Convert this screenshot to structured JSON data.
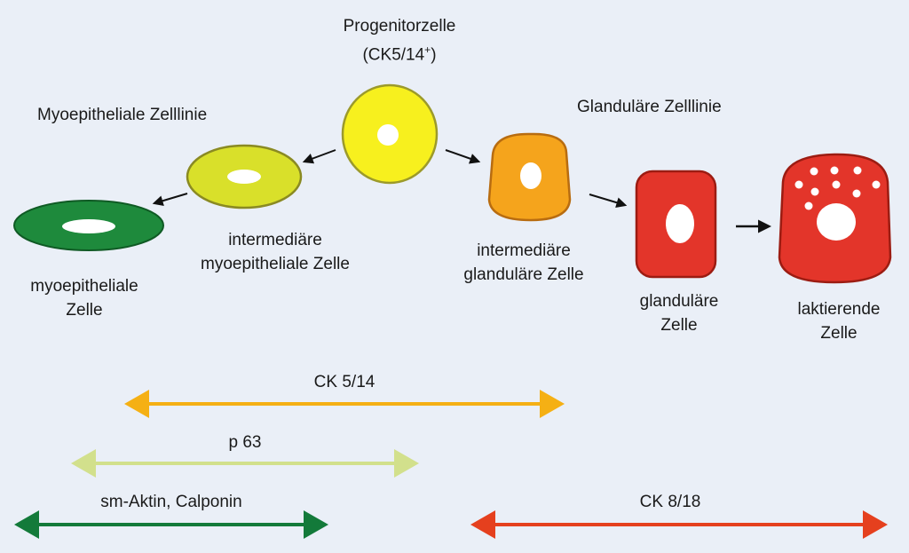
{
  "title": {
    "line1": "Progenitorzelle",
    "line2_base": "(CK5/14",
    "line2_sup": "+",
    "line2_end": ")"
  },
  "lineages": {
    "myoepithelial": "Myoepitheliale Zelllinie",
    "glandular": "Glanduläre Zelllinie"
  },
  "cells": {
    "myoepithelial": {
      "line1": "myoepitheliale",
      "line2": "Zelle"
    },
    "intermediate_myo": {
      "line1": "intermediäre",
      "line2": "myoepitheliale Zelle"
    },
    "intermediate_gland": {
      "line1": "intermediäre",
      "line2": "glanduläre Zelle"
    },
    "glandular": {
      "line1": "glanduläre",
      "line2": "Zelle"
    },
    "lactating": {
      "line1": "laktierende",
      "line2": "Zelle"
    }
  },
  "markers": {
    "ck514": {
      "label": "CK 5/14",
      "color": "#f5b014"
    },
    "p63": {
      "label": "p 63",
      "color": "#d2e08c"
    },
    "sm_actin": {
      "label": "sm-Aktin, Calponin",
      "color": "#137a3a"
    },
    "ck818": {
      "label": "CK 8/18",
      "color": "#e5401e"
    }
  },
  "colors": {
    "progenitor": "#f7f01e",
    "intermediate_myo": "#d9e02a",
    "myoepithelial": "#1e8a3c",
    "intermediate_gland": "#f5a41c",
    "glandular": "#e3352a",
    "lactating": "#e3352a"
  }
}
